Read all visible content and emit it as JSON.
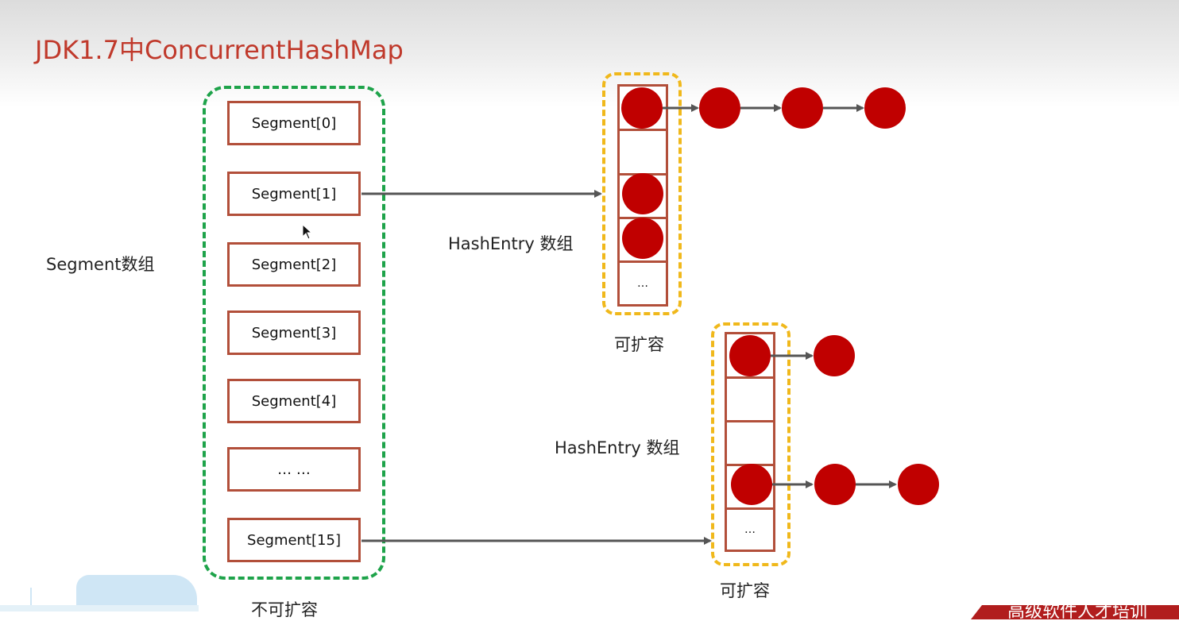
{
  "title": "JDK1.7中ConcurrentHashMap",
  "labels": {
    "segment_array": "Segment数组",
    "hashentry_top": "HashEntry 数组",
    "hashentry_bottom": "HashEntry 数组",
    "expandable_top": "可扩容",
    "expandable_bottom": "可扩容",
    "not_expandable": "不可扩容"
  },
  "segments": [
    "Segment[0]",
    "Segment[1]",
    "Segment[2]",
    "Segment[3]",
    "Segment[4]",
    "… …",
    "Segment[15]"
  ],
  "buckets_top": {
    "ellipsis": "…"
  },
  "buckets_bottom": {
    "ellipsis": "…"
  },
  "footer_band": "高级软件人才培训",
  "colors": {
    "title": "#c0392b",
    "segment_border": "#b24f3a",
    "segment_group_border": "#1ea34a",
    "hashentry_group_border": "#f0b81b",
    "node": "#c00000",
    "arrow": "#555555"
  }
}
